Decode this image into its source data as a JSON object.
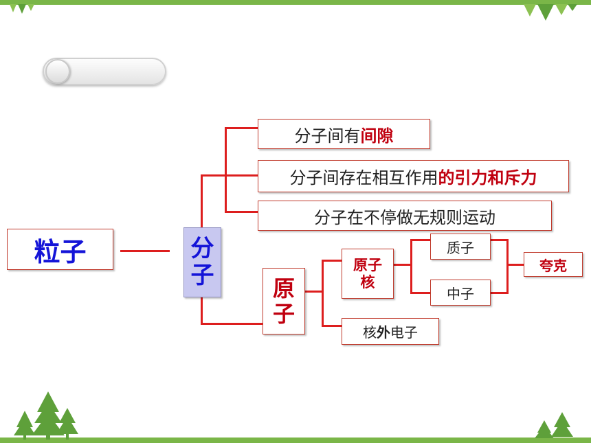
{
  "root": {
    "label": "粒子"
  },
  "molecule": {
    "label_1": "分",
    "label_2": "子"
  },
  "molecule_props": [
    {
      "plain": "分子间有",
      "highlight": "间隙"
    },
    {
      "plain": "分子间存在相互作用",
      "highlight": "的引力和斥力"
    },
    {
      "plain": "分子在不停做无规则运动",
      "highlight": ""
    }
  ],
  "atom": {
    "label_1": "原",
    "label_2": "子"
  },
  "nucleus": {
    "label_1": "原子",
    "label_2": "核"
  },
  "proton": {
    "label": "质子"
  },
  "neutron": {
    "label": "中子"
  },
  "quark": {
    "label": "夸克"
  },
  "electron": {
    "plain_a": "核",
    "highlight": "外",
    "plain_b": "电子"
  },
  "colors": {
    "accent_red": "#c0000f",
    "line_red": "#dd1e1e",
    "molecule_fill": "#c8c8f0",
    "frame_green": "#7ab648"
  }
}
